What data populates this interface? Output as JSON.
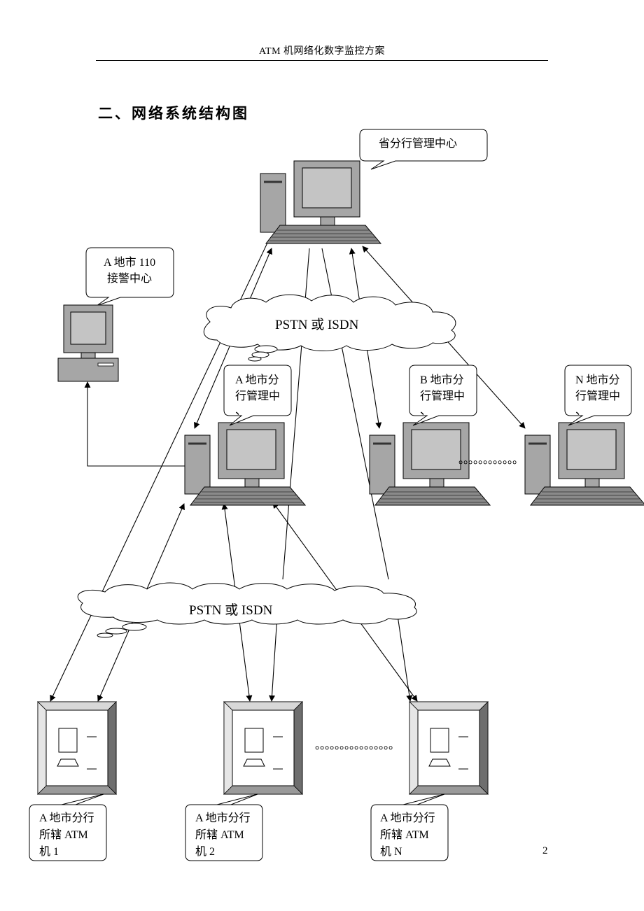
{
  "header": {
    "title": "ATM 机网络化数字监控方案"
  },
  "section_title": "二、网络系统结构图",
  "page_number": "2",
  "nodes": {
    "province_center": {
      "label_lines": [
        "省分行管理中心"
      ]
    },
    "police_center": {
      "label_lines": [
        "A 地市 110",
        "接警中心"
      ]
    },
    "branch_a": {
      "label_lines": [
        "A 地市分",
        "行管理中",
        "、"
      ]
    },
    "branch_b": {
      "label_lines": [
        "B 地市分",
        "行管理中",
        "、"
      ]
    },
    "branch_n": {
      "label_lines": [
        "N 地市分",
        "行管理中",
        "、"
      ]
    },
    "atm_1": {
      "label_lines": [
        "A 地市分行",
        "所辖 ATM",
        "机 1"
      ]
    },
    "atm_2": {
      "label_lines": [
        "A 地市分行",
        "所辖 ATM",
        "机 2"
      ]
    },
    "atm_n": {
      "label_lines": [
        "A 地市分行",
        "所辖 ATM",
        "机 N"
      ]
    }
  },
  "clouds": {
    "upper": {
      "label": "PSTN 或 ISDN"
    },
    "lower": {
      "label": "PSTN 或 ISDN"
    }
  },
  "ellipsis": {
    "branches": "。。。。。。。。。。。。",
    "atms": "。。。。。。。。。。。。。。。。"
  },
  "colors": {
    "device_gray": "#a6a6a6",
    "device_dark": "#6e6e6e",
    "screen_gray": "#b8b8b8",
    "line": "#000000",
    "background": "#ffffff"
  }
}
